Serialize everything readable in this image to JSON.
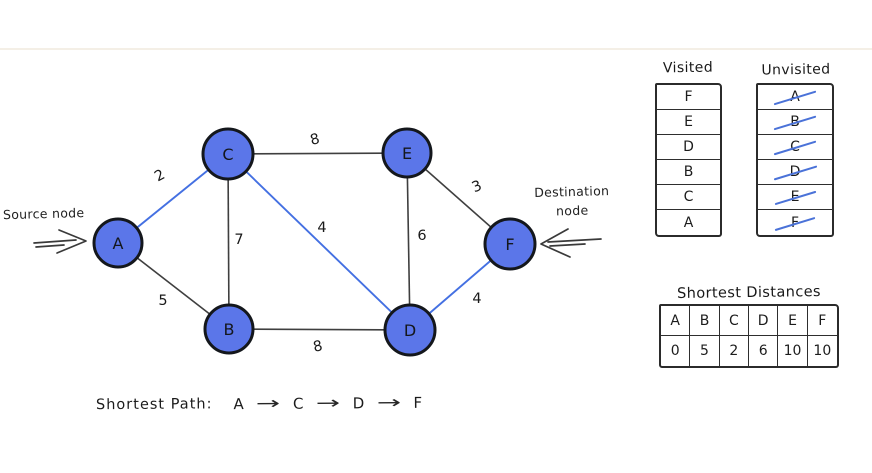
{
  "colors": {
    "node_fill": "#5b76e9",
    "node_stroke": "#14171c",
    "edge_default": "#3f3f3f",
    "edge_highlight": "#4470e2",
    "strikethrough": "#4a72d8",
    "ink": "#1c1c1c"
  },
  "graph": {
    "source_label": "Source node",
    "destination_label": [
      "Destination",
      "node"
    ],
    "nodes": [
      {
        "id": "A",
        "label": "A"
      },
      {
        "id": "B",
        "label": "B"
      },
      {
        "id": "C",
        "label": "C"
      },
      {
        "id": "D",
        "label": "D"
      },
      {
        "id": "E",
        "label": "E"
      },
      {
        "id": "F",
        "label": "F"
      }
    ],
    "edges": [
      {
        "from": "A",
        "to": "C",
        "weight": "2",
        "on_shortest_path": true
      },
      {
        "from": "A",
        "to": "B",
        "weight": "5",
        "on_shortest_path": false
      },
      {
        "from": "C",
        "to": "E",
        "weight": "8",
        "on_shortest_path": false
      },
      {
        "from": "C",
        "to": "B",
        "weight": "7",
        "on_shortest_path": false
      },
      {
        "from": "C",
        "to": "D",
        "weight": "4",
        "on_shortest_path": true
      },
      {
        "from": "E",
        "to": "F",
        "weight": "3",
        "on_shortest_path": false
      },
      {
        "from": "E",
        "to": "D",
        "weight": "6",
        "on_shortest_path": false
      },
      {
        "from": "B",
        "to": "D",
        "weight": "8",
        "on_shortest_path": false
      },
      {
        "from": "D",
        "to": "F",
        "weight": "4",
        "on_shortest_path": true
      }
    ]
  },
  "visited_panel": {
    "title": "Visited",
    "items": [
      "F",
      "E",
      "D",
      "B",
      "C",
      "A"
    ]
  },
  "unvisited_panel": {
    "title": "Unvisited",
    "items": [
      "A",
      "B",
      "C",
      "D",
      "E",
      "F"
    ],
    "all_crossed_out": true
  },
  "distances_panel": {
    "title": "Shortest Distances",
    "headers": [
      "A",
      "B",
      "C",
      "D",
      "E",
      "F"
    ],
    "values": [
      "0",
      "5",
      "2",
      "6",
      "10",
      "10"
    ]
  },
  "shortest_path": {
    "label": "Shortest Path:",
    "sequence": [
      "A",
      "C",
      "D",
      "F"
    ],
    "arrow_icon": "→"
  }
}
